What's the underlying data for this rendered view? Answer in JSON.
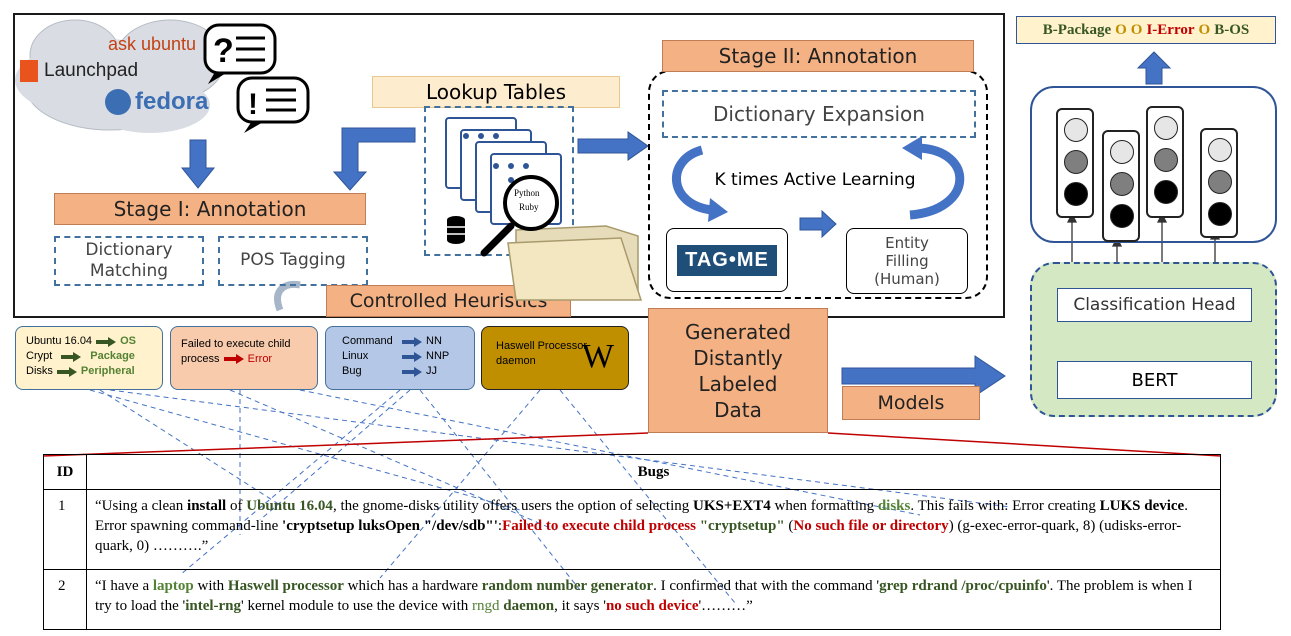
{
  "cloud": {
    "askubuntu": "ask ubuntu",
    "launchpad": "Launchpad",
    "fedora": "fedora"
  },
  "stage1": {
    "title": "Stage I: Annotation",
    "dictionary_matching": "Dictionary Matching",
    "pos_tagging": "POS Tagging",
    "controlled_heuristics": "Controlled Heuristics"
  },
  "lookup": {
    "title": "Lookup Tables",
    "magnifier_text_1": "Python",
    "magnifier_text_2": "Ruby"
  },
  "stage2": {
    "title": "Stage II: Annotation",
    "dictionary_expansion": "Dictionary Expansion",
    "active_learning": "K times Active Learning",
    "tagme": "TAG•ME",
    "entity_filling": "Entity Filling (Human)"
  },
  "examples": {
    "box1": [
      {
        "term": "Ubuntu 16.04",
        "label": "OS"
      },
      {
        "term": "Crypt",
        "label": "Package"
      },
      {
        "term": "Disks",
        "label": "Peripheral"
      }
    ],
    "box2": {
      "term": "Failed to execute child process",
      "label": "Error"
    },
    "box3": [
      {
        "term": "Command",
        "label": "NN"
      },
      {
        "term": "Linux",
        "label": "NNP"
      },
      {
        "term": "Bug",
        "label": "JJ"
      }
    ],
    "box4": {
      "line1": "Haswell Processor",
      "line2": "daemon",
      "logo": "W"
    }
  },
  "generated": "Generated Distantly Labeled Data",
  "models": "Models",
  "model_arch": {
    "output_tags": {
      "t1": "B-Package",
      "t2": "O",
      "t3": "O",
      "t4": "I-Error",
      "t5": "O",
      "t6": "B-OS"
    },
    "classification_head": "Classification Head",
    "bert": "BERT"
  },
  "table": {
    "headers": {
      "id": "ID",
      "bugs": "Bugs"
    },
    "rows": [
      {
        "id": "1",
        "p1": "“Using a clean ",
        "install": "install",
        "p2": " of ",
        "ubuntu": "Ubuntu 16.04",
        "p3": ", the gnome-disks utility offers users the option of selecting ",
        "luks_ext4": "UKS+EXT4",
        "p4": " when formatting ",
        "disks": "disks",
        "p5": ". This fails with: Error creating ",
        "luks_device": "LUKS device",
        "p6": ". Error spawning command-line ",
        "cmd": "'cryptsetup luksOpen \"/dev/sdb\"'",
        "p7": ":",
        "failed": "Failed to execute child process",
        "p8": " ",
        "cryptsetup": "\"cryptsetup\"",
        "p9": " (",
        "nosuch": "No such file or directory",
        "p10": ") (g-exec-error-quark, 8) (udisks-error-quark, 0) ……….”"
      },
      {
        "id": "2",
        "p1": "“I have a ",
        "laptop": "laptop",
        "p2": " with ",
        "haswell": "Haswell processor",
        "p3": " which has a hardware ",
        "rng": "random number generator",
        "p4": ". I confirmed that with the command '",
        "grep": "grep rdrand /proc/cpuinfo",
        "p5": "'. The problem is when I try to load the '",
        "intelrng": "intel-rng",
        "p6": "' kernel module to use the device with ",
        "rngd": "rngd",
        "p7": " ",
        "daemon": "daemon",
        "p8": ", it says '",
        "nodevice": "no such device",
        "p9": "'………”"
      }
    ]
  },
  "colors": {
    "orange": "#f4b183",
    "blue_arrow": "#4472c4",
    "green_panel": "#d5e8c4",
    "dark_green": "#375623",
    "dark_red": "#c00000",
    "olive": "#bf8f00"
  }
}
